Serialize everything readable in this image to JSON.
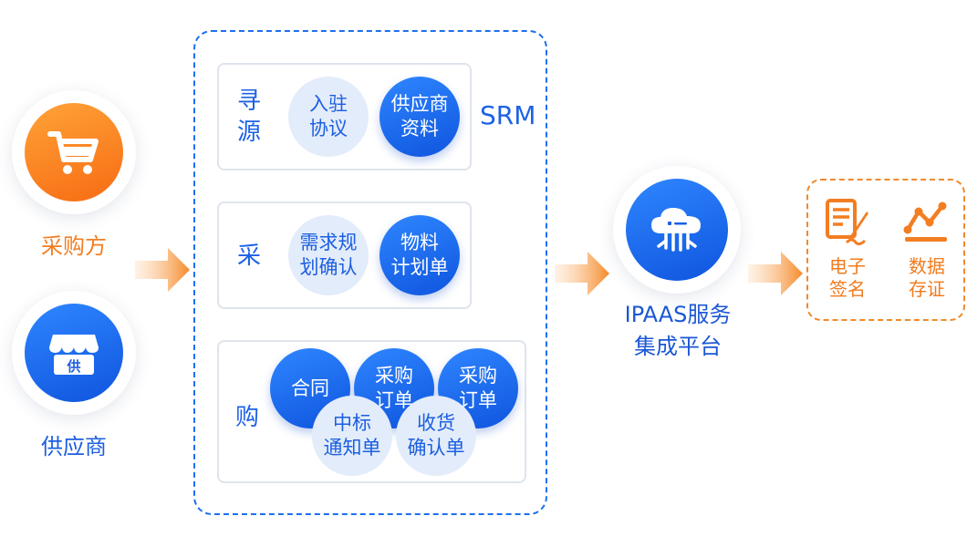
{
  "actors": {
    "buyer": {
      "label": "采购方",
      "color": "#f37e22"
    },
    "supplier": {
      "label": "供应商",
      "icon_text": "供",
      "color": "#1d5fe0"
    }
  },
  "srm": {
    "title": "SRM",
    "stages": [
      {
        "label_line1": "寻",
        "label_line2": "源",
        "items": [
          {
            "line1": "入驻",
            "line2": "协议",
            "style": "light"
          },
          {
            "line1": "供应商",
            "line2": "资料",
            "style": "dark"
          }
        ]
      },
      {
        "label_line1": "采",
        "items": [
          {
            "line1": "需求规",
            "line2": "划确认",
            "style": "light"
          },
          {
            "line1": "物料",
            "line2": "计划单",
            "style": "dark"
          }
        ]
      },
      {
        "label_line1": "购",
        "items": [
          {
            "line1": "合同",
            "style": "dark"
          },
          {
            "line1": "采购",
            "line2": "订单",
            "style": "dark"
          },
          {
            "line1": "采购",
            "line2": "订单",
            "style": "dark"
          },
          {
            "line1": "中标",
            "line2": "通知单",
            "style": "light"
          },
          {
            "line1": "收货",
            "line2": "确认单",
            "style": "light"
          }
        ]
      }
    ]
  },
  "platform": {
    "line1": "IPAAS服务",
    "line2": "集成平台",
    "icon": "cloud-network-icon"
  },
  "outputs": [
    {
      "line1": "电子",
      "line2": "签名",
      "icon": "document-sign-icon"
    },
    {
      "line1": "数据",
      "line2": "存证",
      "icon": "line-chart-icon"
    }
  ],
  "colors": {
    "primary_blue": "#1d62e6",
    "accent_orange": "#f37e22",
    "dashed_orange": "#f08a2c"
  }
}
